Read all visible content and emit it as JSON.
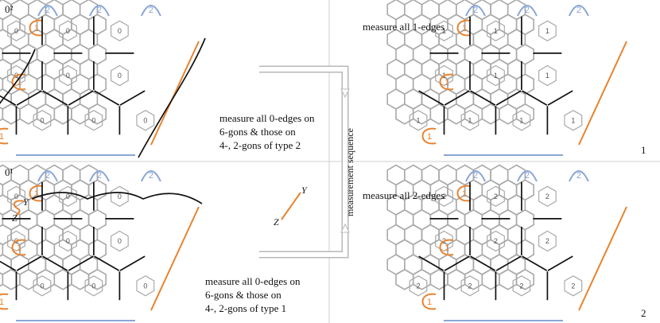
{
  "colors": {
    "hex": "#a9a9a9",
    "black": "#111111",
    "orange": "#e8822e",
    "blue": "#8aa6d6",
    "arrow": "#b5b5b5"
  },
  "panels": [
    {
      "id": "tl",
      "corner": "0²",
      "n0": "0",
      "n1": "1",
      "n2": "2"
    },
    {
      "id": "bl",
      "corner": "0¹",
      "n0": "0",
      "n1": "1",
      "n2": "2"
    },
    {
      "id": "tr",
      "corner": "",
      "number": "1",
      "n0": "1",
      "n1": "1",
      "n2": "2"
    },
    {
      "id": "br",
      "corner": "",
      "number": "2",
      "n0": "2",
      "n1": "1",
      "n2": "2"
    }
  ],
  "captions": {
    "tl": [
      "measure all 0-edges on",
      "6-gons & those on",
      "4-, 2-gons of type 2"
    ],
    "bl": [
      "measure all 0-edges on",
      "6-gons & those on",
      "4-, 2-gons of type 1"
    ],
    "tr": "measure all 1-edges",
    "br": "measure all 2-edges"
  },
  "arrow_label": "measurement sequence",
  "axes_left": {
    "y": "Y",
    "z": "Z"
  },
  "axes_mid": {
    "y": "Y",
    "z": "Z"
  }
}
